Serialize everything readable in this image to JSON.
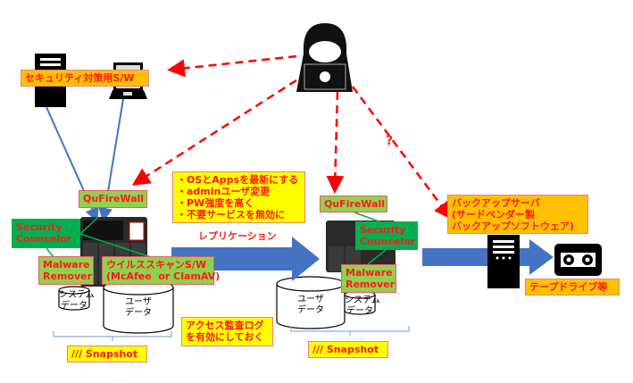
{
  "clients_label": "セキュリティ対策用S/W",
  "question_mark": "?",
  "left_nas": {
    "firewall": "QuFireWall",
    "security_counselor": "Security\nCounselor",
    "malware_remover": "Malware\nRemover",
    "antivirus": "ウイルススキャンS/W\n(McAfee  or ClamAV)",
    "system_data": "システム\nデータ",
    "user_data": "ユーザ\nデータ",
    "snapshot": "/// Snapshot"
  },
  "hardening_list": "・OSとAppsを最新にする\n・adminユーザ変更\n・PW強度を高く\n・不要サービスを無効に",
  "access_log": "アクセス監査ログ\nを有効にしておく",
  "replication_label": "レプリケーション",
  "right_nas": {
    "firewall": "QuFireWall",
    "security_counselor": "Security\nCounselor",
    "malware_remover": "Malware\nRemover",
    "system_data": "システム\nデータ",
    "user_data": "ユーザ\nデータ",
    "snapshot": "/// Snapshot"
  },
  "backup_server": "バックアップサーバ\n(サードベンダー製\nバックアップソフトウェア)",
  "tape_drive": "テープドライブ等",
  "colors": {
    "attack": "#ff0000",
    "flow": "#4472c4",
    "link": "#00b050",
    "label_orange": "#ffc000",
    "label_yellow": "#ffff00",
    "label_green": "#92d050"
  }
}
